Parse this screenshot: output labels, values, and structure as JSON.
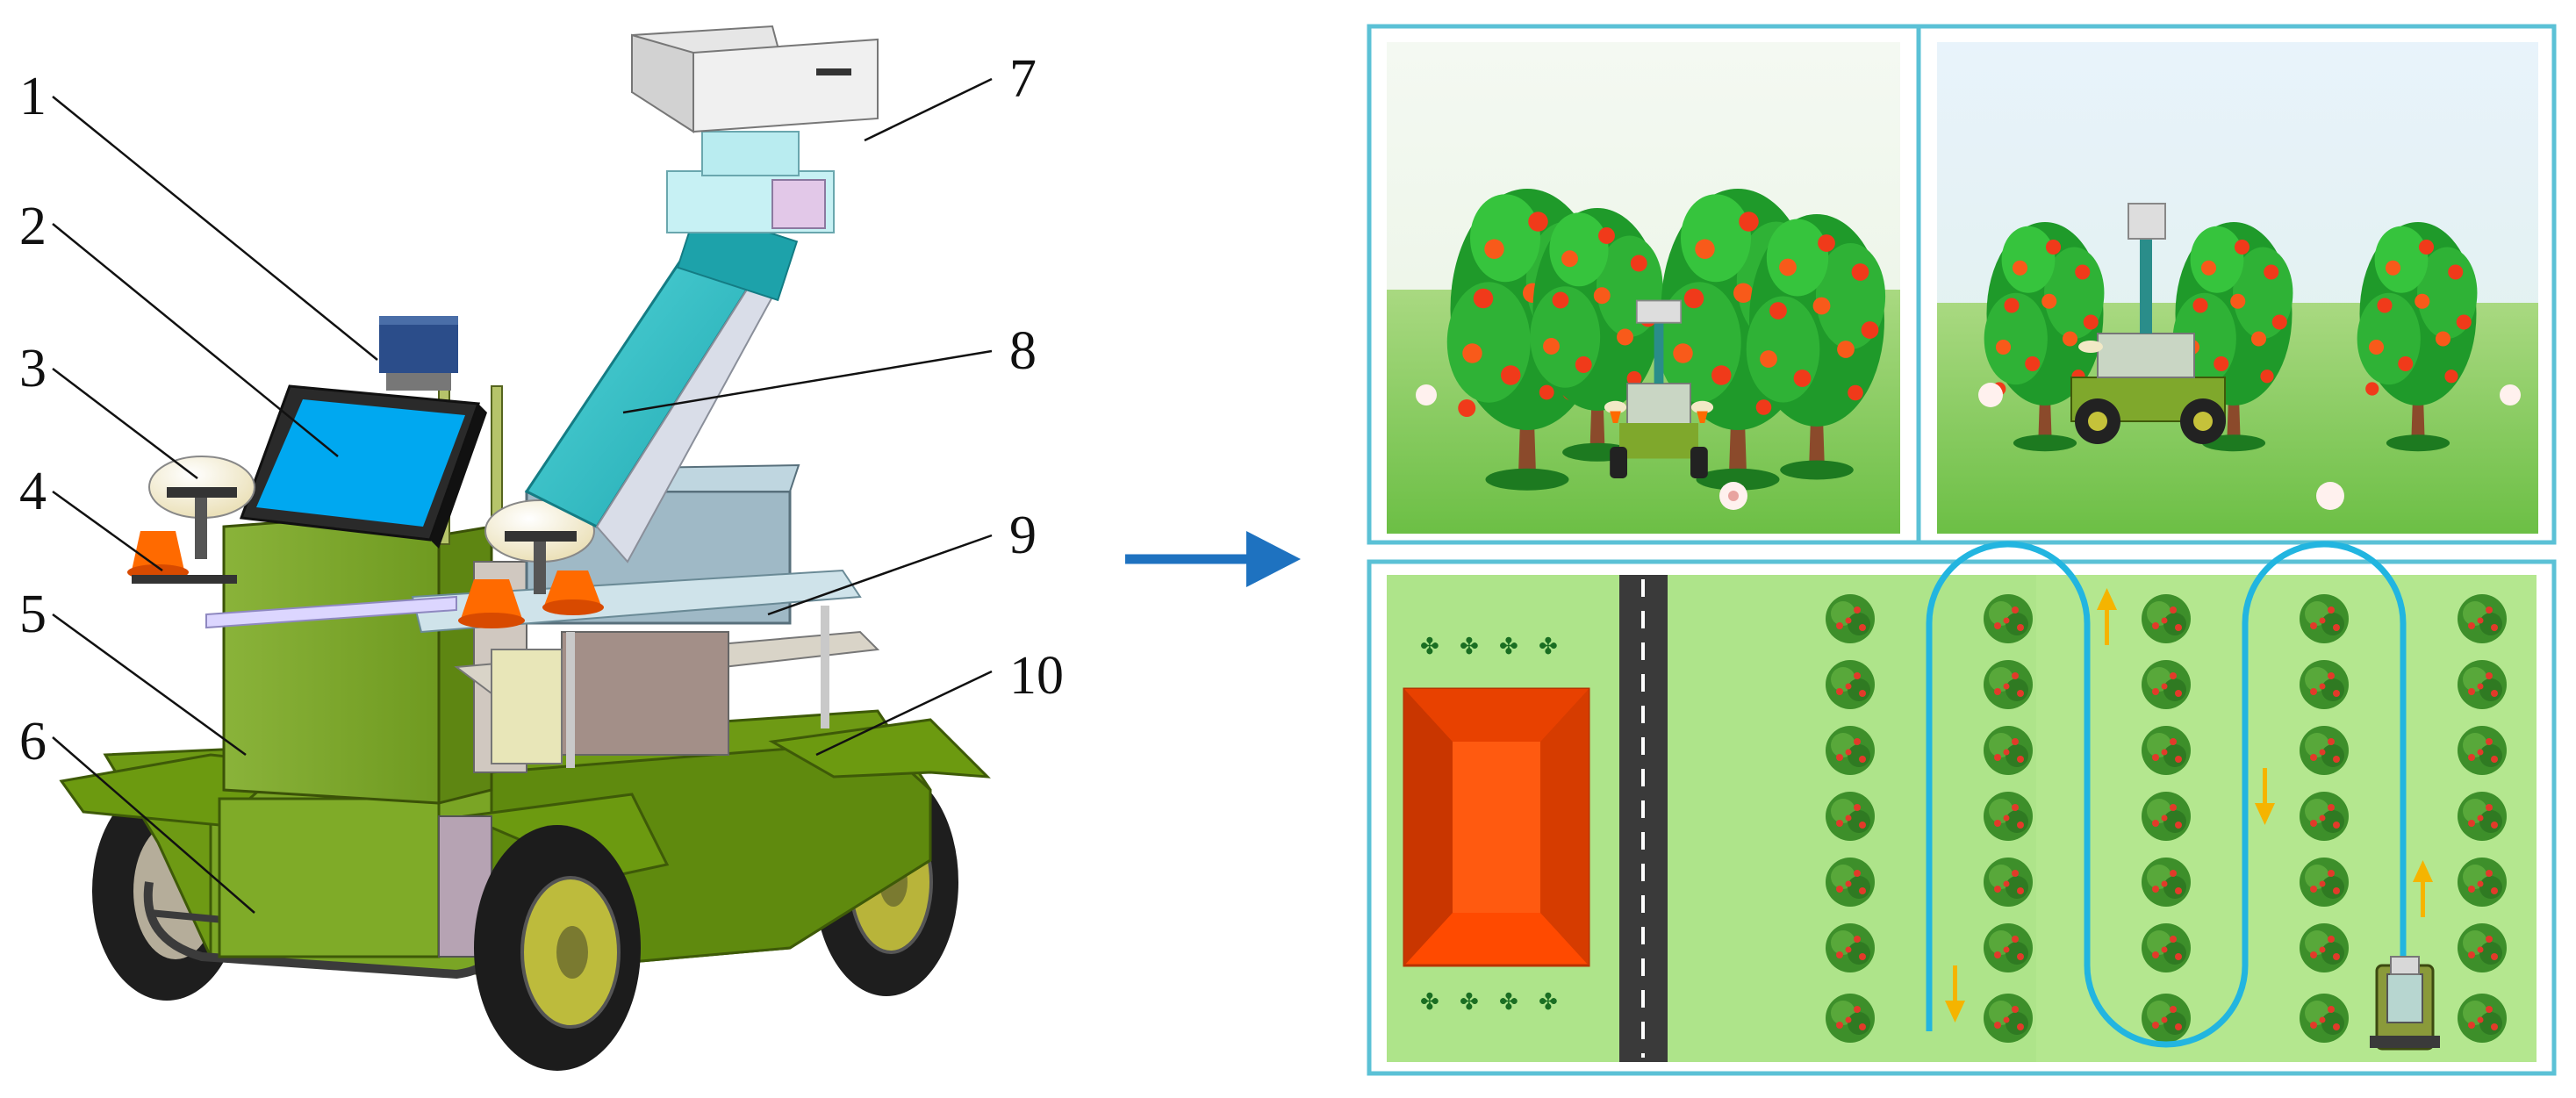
{
  "callouts": [
    {
      "id": "1",
      "text": "1"
    },
    {
      "id": "2",
      "text": "2"
    },
    {
      "id": "3",
      "text": "3"
    },
    {
      "id": "4",
      "text": "4"
    },
    {
      "id": "5",
      "text": "5"
    },
    {
      "id": "6",
      "text": "6"
    },
    {
      "id": "7",
      "text": "7"
    },
    {
      "id": "8",
      "text": "8"
    },
    {
      "id": "9",
      "text": "9"
    },
    {
      "id": "10",
      "text": "10"
    }
  ],
  "colors": {
    "panel_border": "#5bc1d6",
    "arrow": "#1e72c0",
    "path": "#22b5e0",
    "grass": "#a8e27a",
    "road": "#3a3a3a",
    "building": "#ff4a00",
    "robot_body": "#7ba72a",
    "robot_fender": "#6c9a10",
    "screen": "#00a8f0",
    "arm": "#2bc3c8"
  },
  "icons": [
    "rgb-camera-icon",
    "lidar-icon",
    "display-icon",
    "gnss-antenna-icon",
    "warning-light-icon",
    "fruit-tree-icon",
    "navigation-path-icon",
    "direction-arrow-icon"
  ]
}
